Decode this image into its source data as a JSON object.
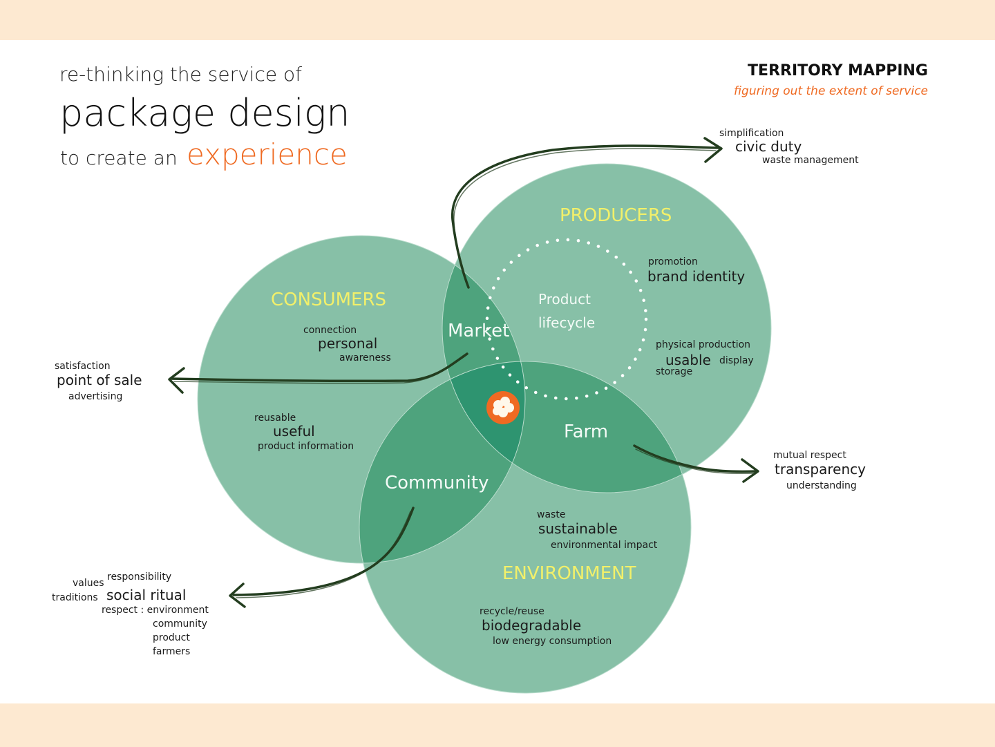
{
  "header": {
    "line1": "re-thinking the service of",
    "line2": "package design",
    "line3_prefix": "to create an",
    "line3_highlight": "experience",
    "right_title": "TERRITORY MAPPING",
    "right_subtitle": "figuring out the extent of service"
  },
  "circles": {
    "consumers": "CONSUMERS",
    "producers": "PRODUCERS",
    "environment": "ENVIRONMENT"
  },
  "overlaps": {
    "market": "Market",
    "farm": "Farm",
    "community": "Community",
    "product_lifecycle_1": "Product",
    "product_lifecycle_2": "lifecycle"
  },
  "consumers_terms": {
    "minor1": "connection",
    "major": "personal",
    "minor2": "awareness"
  },
  "useful_terms": {
    "minor1": "reusable",
    "major": "useful",
    "minor2": "product information"
  },
  "producers_terms_a": {
    "minor1": "promotion",
    "major": "brand identity"
  },
  "producers_terms_b": {
    "minor1": "physical production",
    "major": "usable",
    "minor2": "display",
    "minor3": "storage"
  },
  "environment_terms_a": {
    "minor1": "waste",
    "major": "sustainable",
    "minor2": "environmental impact"
  },
  "environment_terms_b": {
    "minor1": "recycle/reuse",
    "major": "biodegradable",
    "minor2": "low energy consumption"
  },
  "outer_civic": {
    "minor1": "simplification",
    "major": "civic duty",
    "minor2": "waste management"
  },
  "outer_pos": {
    "minor1": "satisfaction",
    "major": "point of sale",
    "minor2": "advertising"
  },
  "outer_transparency": {
    "minor1": "mutual respect",
    "major": "transparency",
    "minor2": "understanding"
  },
  "outer_social": {
    "values": "values",
    "responsibility": "responsibility",
    "traditions": "traditions",
    "major": "social ritual",
    "respect": "respect : environment",
    "community": "community",
    "product": "product",
    "farmers": "farmers"
  },
  "colors": {
    "band": "#fde9d1",
    "circle_fill": "#4aa27c",
    "circle_light": "#87c0a7",
    "overlap_mid": "#4da07c",
    "center": "#2e9470",
    "accent_orange": "#ef6a22",
    "label_yellow": "#f2f06a",
    "arrow": "#233d1f"
  },
  "icons": {
    "center_badge": "popcorn-icon",
    "arrows": "hand-drawn-arrow-icon"
  }
}
